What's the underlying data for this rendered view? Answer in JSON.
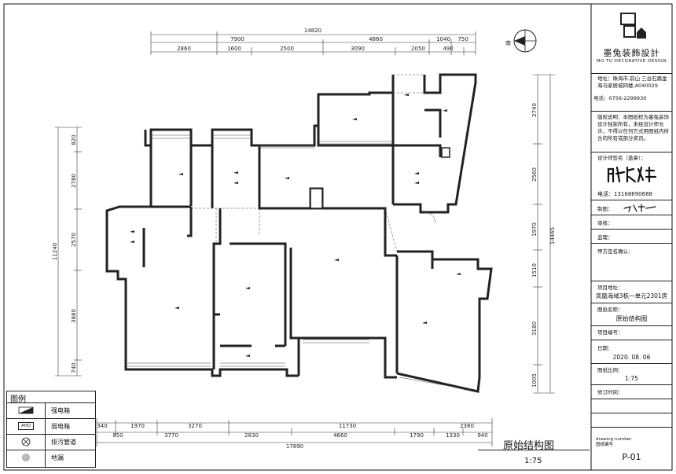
{
  "drawing": {
    "title": "原始结构图",
    "scale": "1:75",
    "compass_label": "南"
  },
  "dimensions": {
    "top_total": "14820",
    "top_mid": [
      "7900",
      "4860",
      "1040",
      "750"
    ],
    "top_detail": [
      "2860",
      "1600",
      "2500",
      "3090",
      "2050",
      "490"
    ],
    "left_total": "11240",
    "left_detail": [
      "820",
      "2780",
      "2570",
      "3880",
      "740"
    ],
    "right_total": "14465",
    "right_detail": [
      "2740",
      "2560",
      "1970",
      "1510",
      "3180",
      "1005"
    ],
    "bottom_mid": [
      "340",
      "1970",
      "3270",
      "11730",
      "2380"
    ],
    "bottom_detail": [
      "850",
      "3770",
      "2830",
      "4660",
      "1790",
      "1330",
      "940"
    ],
    "bottom_total": "17890"
  },
  "legend": {
    "heading": "图例",
    "items": [
      {
        "icon": "strong-electric-box-icon",
        "label": "强电箱"
      },
      {
        "icon": "weak-electric-box-icon",
        "symbol": "AHD",
        "label": "弱电箱"
      },
      {
        "icon": "drain-pipe-icon",
        "label": "排污管道"
      },
      {
        "icon": "floor-drain-icon",
        "label": "地漏"
      }
    ]
  },
  "title_block": {
    "logo_cn": "墨兔装飾設計",
    "logo_en": "MO TU DECORATIVE DESIGN",
    "address": "地址：珠海市,前山 三台石路金海马家居城四楼,A040029",
    "phone": "电话：0756-2299930",
    "copyright": "版权说明：本图纸权为墨兔装饰设计独家所有，未经设计师允许，不得以任何方式用图纸内所含的所有或部分资讯。",
    "designer_label": "设计师签名（盖章）：",
    "designer_phone": "电话：13168690688",
    "drawn_label": "制图：",
    "review_label": "审核：",
    "supervisor_label": "监理：",
    "client_label": "甲方签名确认：",
    "project_label": "项目地址：",
    "project_value": "凤凰海域3栋一单元2301房",
    "drawing_name_label": "图纸名称：",
    "drawing_name_value": "原始结构图",
    "project_no_label": "项目编号：",
    "date_label": "日期：",
    "date_value": "2020. 08. 06",
    "scale_label": "图纸比例：",
    "scale_value": "1:75",
    "revision_label": "修订时间：",
    "drawing_no_label": "drawing number\n图纸编号",
    "drawing_no_value": "P-01"
  },
  "colors": {
    "wall": "#222222",
    "line": "#333333",
    "frame": "#111111"
  }
}
